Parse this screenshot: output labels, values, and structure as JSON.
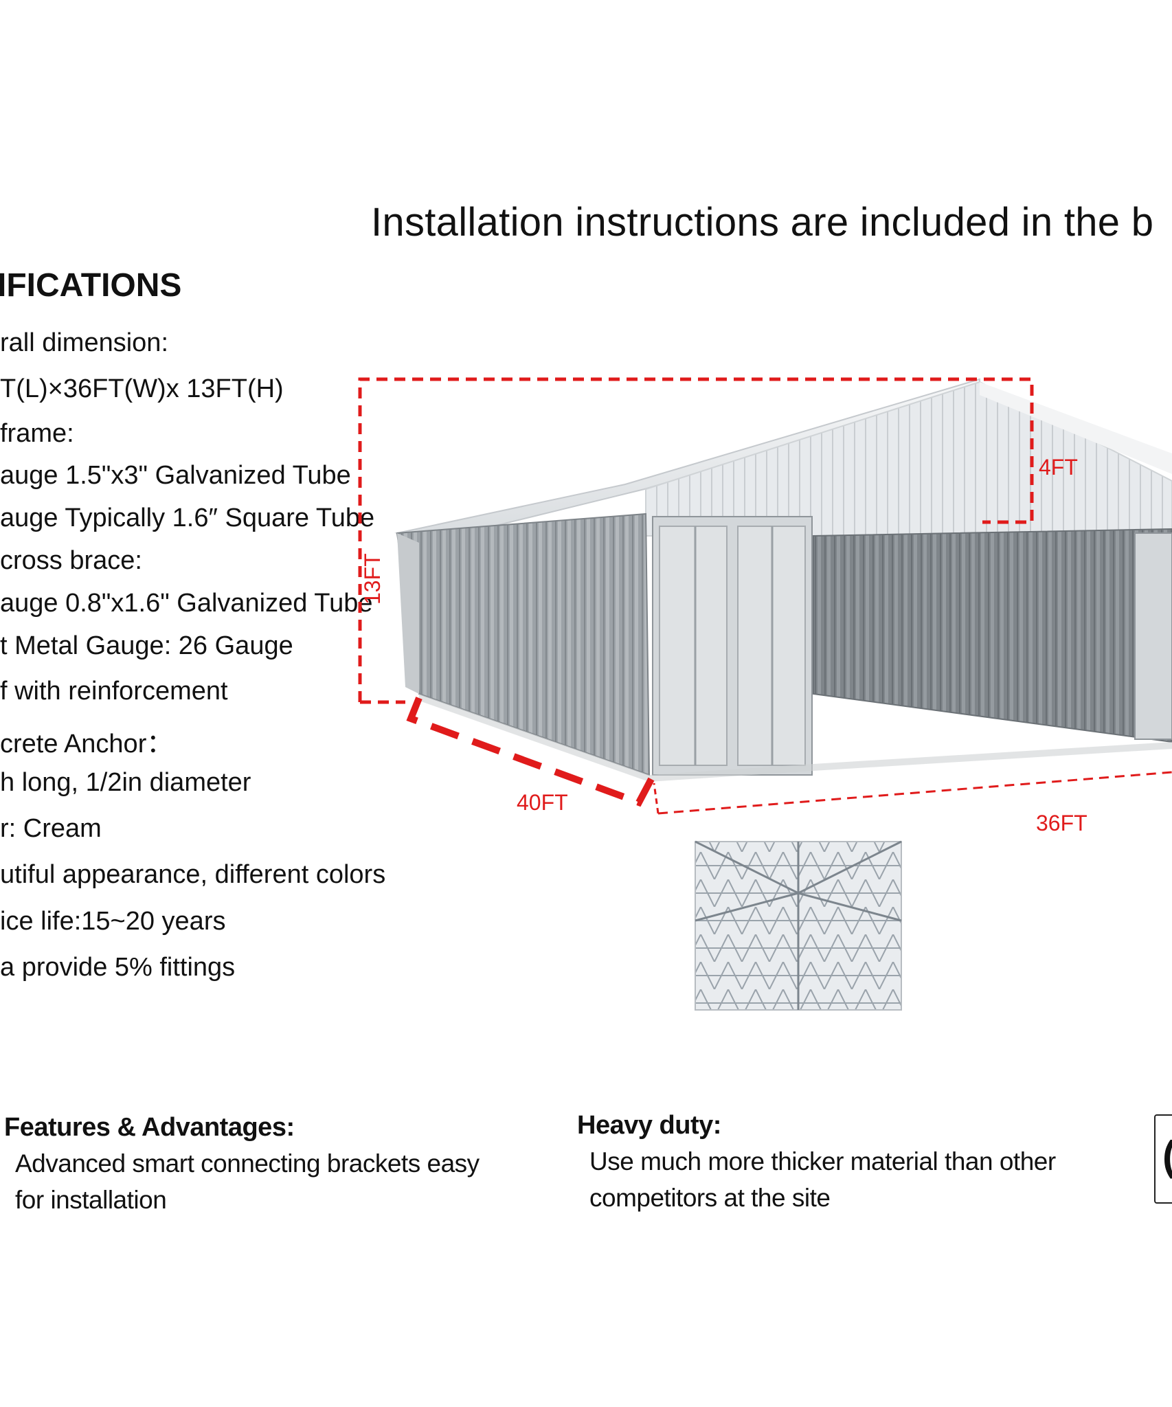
{
  "banner": "Installation instructions are included in the b",
  "spec_heading": "IFICATIONS",
  "spec_lines": [
    "rall dimension:",
    "T(L)×36FT(W)x 13FT(H)",
    "frame:",
    "auge 1.5\"x3\" Galvanized Tube",
    "auge Typically 1.6″ Square Tube",
    "cross brace:",
    "auge 0.8\"x1.6\" Galvanized Tube",
    "t Metal Gauge: 26 Gauge",
    "f with reinforcement",
    "crete Anchor：",
    "h long, 1/2in diameter",
    "r: Cream",
    "utiful appearance, different colors",
    "ice life:15~20 years",
    "a provide 5% fittings"
  ],
  "dimensions": {
    "height_side": "13FT",
    "roof_peak": "4FT",
    "length": "40FT",
    "width": "36FT"
  },
  "features": {
    "title": "Features & Advantages:",
    "line1": "Advanced smart connecting brackets easy",
    "line2": "for installation"
  },
  "heavy_duty": {
    "title": "Heavy duty:",
    "line1": "Use much more thicker material than other",
    "line2": "competitors at the site"
  },
  "badge_glyph": "(",
  "colors": {
    "dimension_red": "#e01b1b",
    "text": "#111111",
    "metal_gray": "#9aa0a5"
  }
}
